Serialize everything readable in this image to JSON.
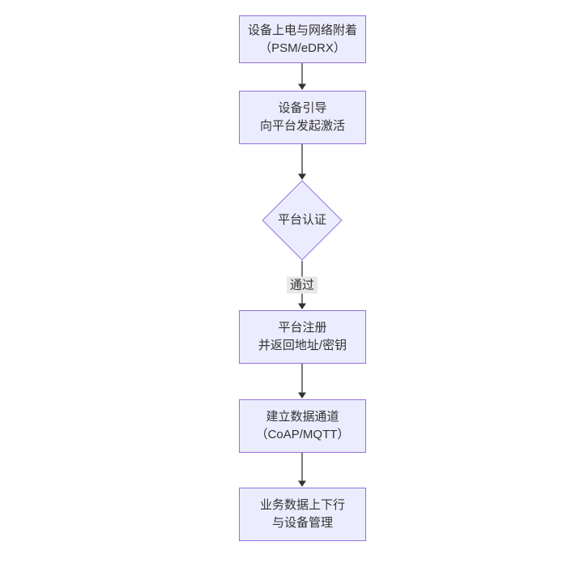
{
  "diagram": {
    "type": "flowchart",
    "direction": "top-down",
    "colors": {
      "background": "#ffffff",
      "node_fill": "#ECECFF",
      "node_border": "#9370DB",
      "arrow": "#333333",
      "text": "#333333",
      "edge_label_bg": "#e8e8e8"
    },
    "nodes": [
      {
        "type": "process",
        "lines": [
          "设备上电与网络附着",
          "（PSM/eDRX）"
        ]
      },
      {
        "type": "process",
        "lines": [
          "设备引导",
          "向平台发起激活"
        ]
      },
      {
        "type": "decision",
        "label": "平台认证"
      },
      {
        "type": "process",
        "lines": [
          "平台注册",
          "并返回地址/密钥"
        ]
      },
      {
        "type": "process",
        "lines": [
          "建立数据通道",
          "（CoAP/MQTT）"
        ]
      },
      {
        "type": "process",
        "lines": [
          "业务数据上下行",
          "与设备管理"
        ]
      }
    ],
    "edges": [
      {
        "from": "设备上电与网络附着（PSM/eDRX）",
        "to": "设备引导向平台发起激活",
        "label": ""
      },
      {
        "from": "设备引导向平台发起激活",
        "to": "平台认证",
        "label": ""
      },
      {
        "from": "平台认证",
        "to": "平台注册并返回地址/密钥",
        "label": "通过"
      },
      {
        "from": "平台注册并返回地址/密钥",
        "to": "建立数据通道（CoAP/MQTT）",
        "label": ""
      },
      {
        "from": "建立数据通道（CoAP/MQTT）",
        "to": "业务数据上下行与设备管理",
        "label": ""
      }
    ]
  }
}
